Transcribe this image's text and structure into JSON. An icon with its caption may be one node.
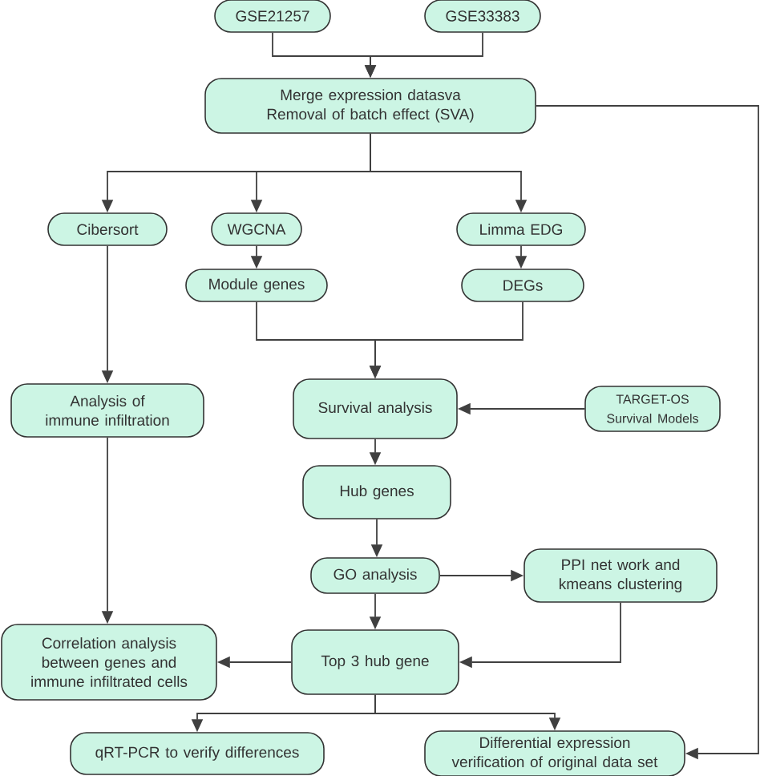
{
  "diagram": {
    "nodes": [
      {
        "text": [
          "GSE21257"
        ]
      },
      {
        "text": [
          "GSE33383"
        ]
      },
      {
        "text": [
          "Merge expression datasva Removal of batch effect (SVA)"
        ]
      },
      {
        "text": [
          "Cibersort"
        ]
      },
      {
        "text": [
          "WGCNA"
        ]
      },
      {
        "text": [
          "Limma EDG"
        ]
      },
      {
        "text": [
          "Module genes"
        ]
      },
      {
        "text": [
          "DEGs"
        ]
      },
      {
        "text": [
          "Analysis of immune infiltration"
        ]
      },
      {
        "text": [
          "Survival analysis"
        ]
      },
      {
        "text": [
          "TARGET-OS Survival Models"
        ]
      },
      {
        "text": [
          "Hub genes"
        ]
      },
      {
        "text": [
          "GO analysis"
        ]
      },
      {
        "text": [
          "PPI net work and kmeans clustering"
        ]
      },
      {
        "text": [
          "Correlation analysis between genes and immune infiltrated cells"
        ]
      },
      {
        "text": [
          "Top 3 hub gene"
        ]
      },
      {
        "text": [
          "qRT-PCR to verify differences"
        ]
      },
      {
        "text": [
          "Differential expression verification of original data set"
        ]
      }
    ],
    "edges": [
      {
        "from": 0,
        "to": 2,
        "arrow": "to"
      },
      {
        "from": 1,
        "to": 2,
        "arrow": "to"
      },
      {
        "from": 2,
        "to": 3,
        "arrow": "to"
      },
      {
        "from": 2,
        "to": 4,
        "arrow": "to"
      },
      {
        "from": 2,
        "to": 5,
        "arrow": "to"
      },
      {
        "from": 2,
        "to": 17,
        "arrow": "to"
      },
      {
        "from": 3,
        "to": 8,
        "arrow": "to"
      },
      {
        "from": 4,
        "to": 6,
        "arrow": "to"
      },
      {
        "from": 5,
        "to": 7,
        "arrow": "to"
      },
      {
        "from": 6,
        "to": 9,
        "arrow": "to"
      },
      {
        "from": 7,
        "to": 9,
        "arrow": "to"
      },
      {
        "from": 10,
        "to": 9,
        "arrow": "to"
      },
      {
        "from": 9,
        "to": 11,
        "arrow": "to"
      },
      {
        "from": 11,
        "to": 12,
        "arrow": "to"
      },
      {
        "from": 12,
        "to": 13,
        "arrow": "to"
      },
      {
        "from": 12,
        "to": 15,
        "arrow": "to"
      },
      {
        "from": 13,
        "to": 15,
        "arrow": "to"
      },
      {
        "from": 8,
        "to": 14,
        "arrow": "to"
      },
      {
        "from": 15,
        "to": 14,
        "arrow": "to"
      },
      {
        "from": 15,
        "to": 16,
        "arrow": "to"
      },
      {
        "from": 15,
        "to": 17,
        "arrow": "to"
      }
    ]
  }
}
